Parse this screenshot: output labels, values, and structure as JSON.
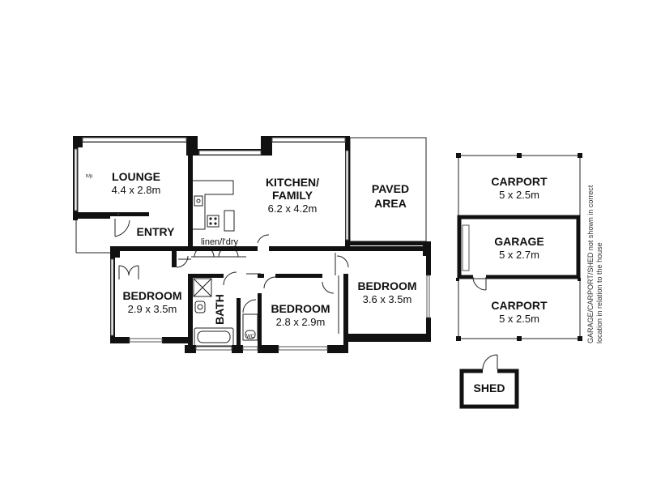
{
  "rooms": {
    "lounge": {
      "name": "LOUNGE",
      "dims": "4.4 x 2.8m"
    },
    "kitchen": {
      "name_line1": "KITCHEN/",
      "name_line2": "FAMILY",
      "dims": "6.2 x 4.2m"
    },
    "paved": {
      "name_line1": "PAVED",
      "name_line2": "AREA"
    },
    "entry": {
      "name": "ENTRY"
    },
    "linen": {
      "name": "linen/l'dry"
    },
    "bed1": {
      "name": "BEDROOM",
      "dims": "2.9 x 3.5m"
    },
    "bath": {
      "name": "BATH"
    },
    "bed2": {
      "name": "BEDROOM",
      "dims": "2.8 x 2.9m"
    },
    "bed3": {
      "name": "BEDROOM",
      "dims": "3.6 x 3.5m"
    },
    "carport1": {
      "name": "CARPORT",
      "dims": "5 x 2.5m"
    },
    "garage": {
      "name": "GARAGE",
      "dims": "5 x 2.7m"
    },
    "carport2": {
      "name": "CARPORT",
      "dims": "5 x 2.5m"
    },
    "shed": {
      "name": "SHED"
    }
  },
  "fixtures": {
    "hp": "h/p",
    "wc": "WC"
  },
  "note": {
    "line1": "GARAGE/CARPORT/SHED not shown in correct",
    "line2": "location in relation to the house"
  },
  "colors": {
    "wall": "#111111",
    "line": "#222222",
    "background": "#ffffff"
  }
}
